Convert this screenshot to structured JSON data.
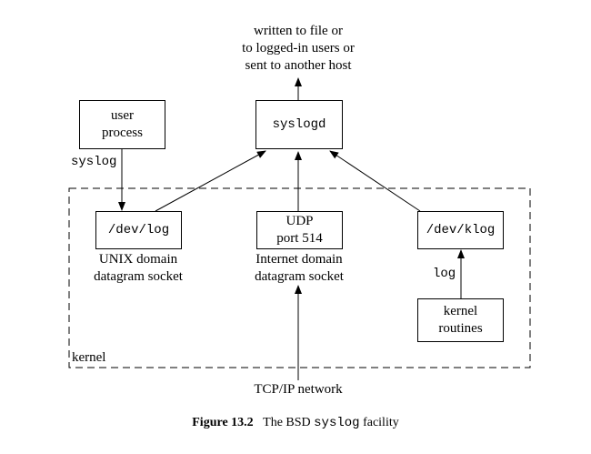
{
  "output_text": [
    "written to file or",
    "to logged-in users or",
    "sent to another host"
  ],
  "nodes": {
    "user_process": [
      "user",
      "process"
    ],
    "syslogd": "syslogd",
    "dev_log": "/dev/log",
    "udp_port": [
      "UDP",
      "port 514"
    ],
    "dev_klog": "/dev/klog",
    "kernel_routines": [
      "kernel",
      "routines"
    ]
  },
  "labels": {
    "syslog_call": "syslog",
    "log_call": "log",
    "unix_socket": [
      "UNIX domain",
      "datagram socket"
    ],
    "inet_socket": [
      "Internet domain",
      "datagram socket"
    ],
    "kernel_region": "kernel",
    "network": "TCP/IP network"
  },
  "caption": {
    "figure": "Figure 13.2",
    "text_before": "The BSD ",
    "code": "syslog",
    "text_after": " facility"
  }
}
